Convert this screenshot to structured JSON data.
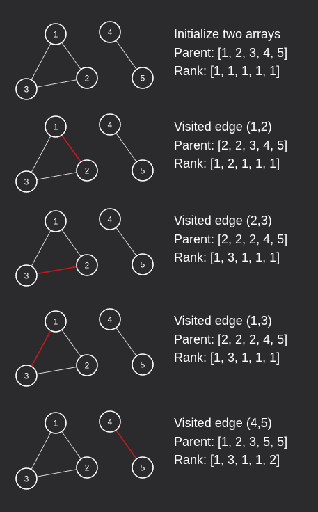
{
  "theme": {
    "background": "#2b2b2e",
    "edge_color": "#d9d9d9",
    "highlight_color": "#c0191c",
    "node_stroke": "#ffffff",
    "text_color": "#ffffff"
  },
  "nodes": [
    "1",
    "2",
    "3",
    "4",
    "5"
  ],
  "edges": [
    [
      "1",
      "2"
    ],
    [
      "2",
      "3"
    ],
    [
      "1",
      "3"
    ],
    [
      "4",
      "5"
    ]
  ],
  "steps": [
    {
      "caption": "Initialize two arrays",
      "parent_line": "Parent: [1, 2, 3, 4, 5]",
      "rank_line": "Rank: [1, 1, 1, 1, 1]",
      "highlighted_edge": null
    },
    {
      "caption": "Visited edge (1,2)",
      "parent_line": "Parent: [2, 2, 3, 4, 5]",
      "rank_line": "Rank: [1, 2, 1, 1, 1]",
      "highlighted_edge": [
        "1",
        "2"
      ]
    },
    {
      "caption": "Visited edge (2,3)",
      "parent_line": "Parent: [2, 2, 2, 4, 5]",
      "rank_line": "Rank: [1, 3, 1, 1, 1]",
      "highlighted_edge": [
        "2",
        "3"
      ]
    },
    {
      "caption": "Visited edge (1,3)",
      "parent_line": "Parent: [2, 2, 2, 4, 5]",
      "rank_line": "Rank: [1, 3, 1, 1, 1]",
      "highlighted_edge": [
        "1",
        "3"
      ]
    },
    {
      "caption": "Visited edge (4,5)",
      "parent_line": "Parent: [1, 2, 3, 5, 5]",
      "rank_line": "Rank: [1, 3, 1, 1, 2]",
      "highlighted_edge": [
        "4",
        "5"
      ]
    }
  ]
}
